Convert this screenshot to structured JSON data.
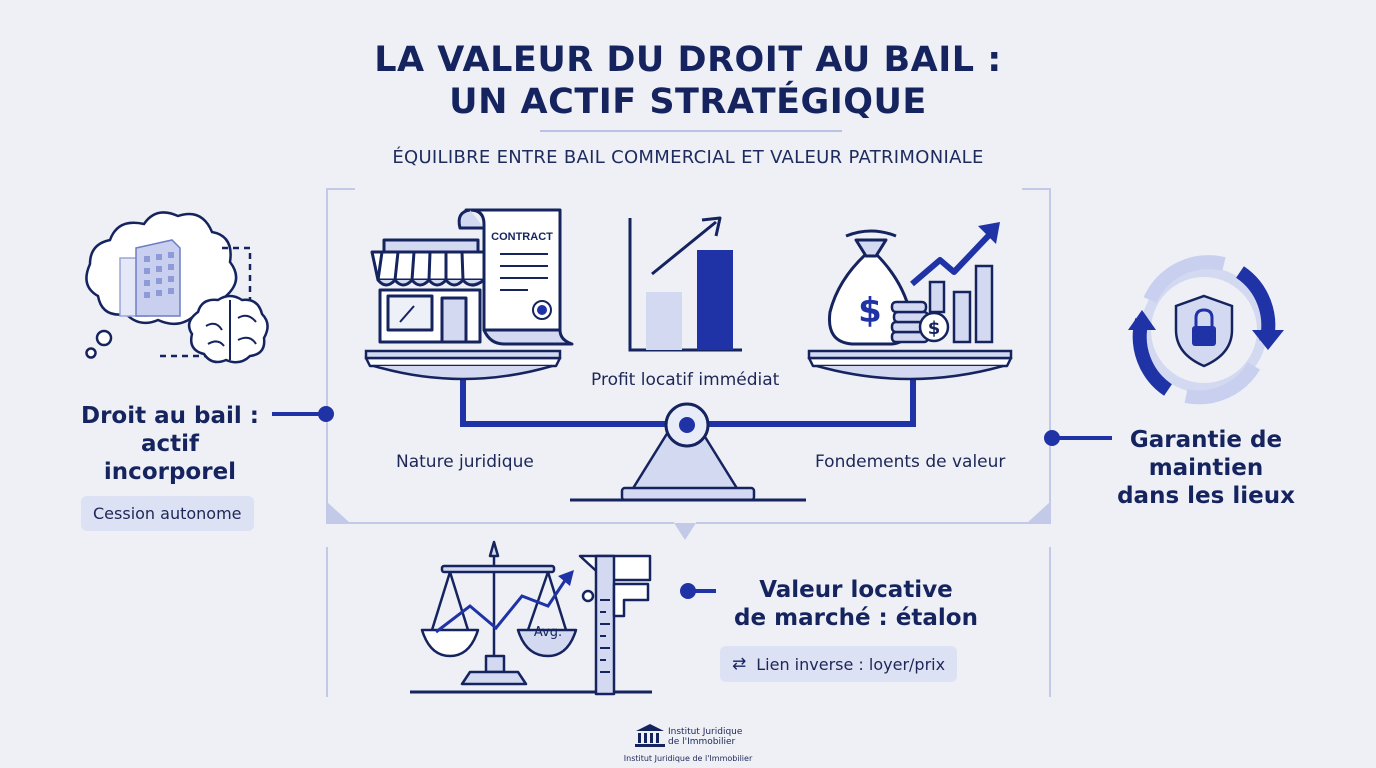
{
  "header": {
    "title_line1": "LA VALEUR DU DROIT AU BAIL :",
    "title_line2": "UN ACTIF STRATÉGIQUE",
    "subtitle": "ÉQUILIBRE ENTRE BAIL COMMERCIAL ET VALEUR PATRIMONIALE"
  },
  "balance": {
    "contract_label": "CONTRACT",
    "center_label": "Profit locatif immédiat",
    "left_label": "Nature juridique",
    "right_label": "Fondements de valeur"
  },
  "left_panel": {
    "title_line1": "Droit au bail :",
    "title_line2": "actif",
    "title_line3": "incorporel",
    "pill": "Cession autonome"
  },
  "right_panel": {
    "title_line1": "Garantie de",
    "title_line2": "maintien",
    "title_line3": "dans les lieux"
  },
  "bottom_panel": {
    "title_line1": "Valeur locative",
    "title_line2": "de marché : étalon",
    "avg_label": "Avg.",
    "pill_icon": "⇄",
    "pill": "Lien inverse : loyer/prix"
  },
  "footer": {
    "org_line1": "Institut Juridique",
    "org_line2": "de l'Immobilier",
    "org_full": "Institut Juridique de l'Immobilier"
  },
  "colors": {
    "navy": "#15245f",
    "royal": "#1f33a6",
    "pale": "#d4d9f2",
    "frame": "#c3cae8"
  }
}
